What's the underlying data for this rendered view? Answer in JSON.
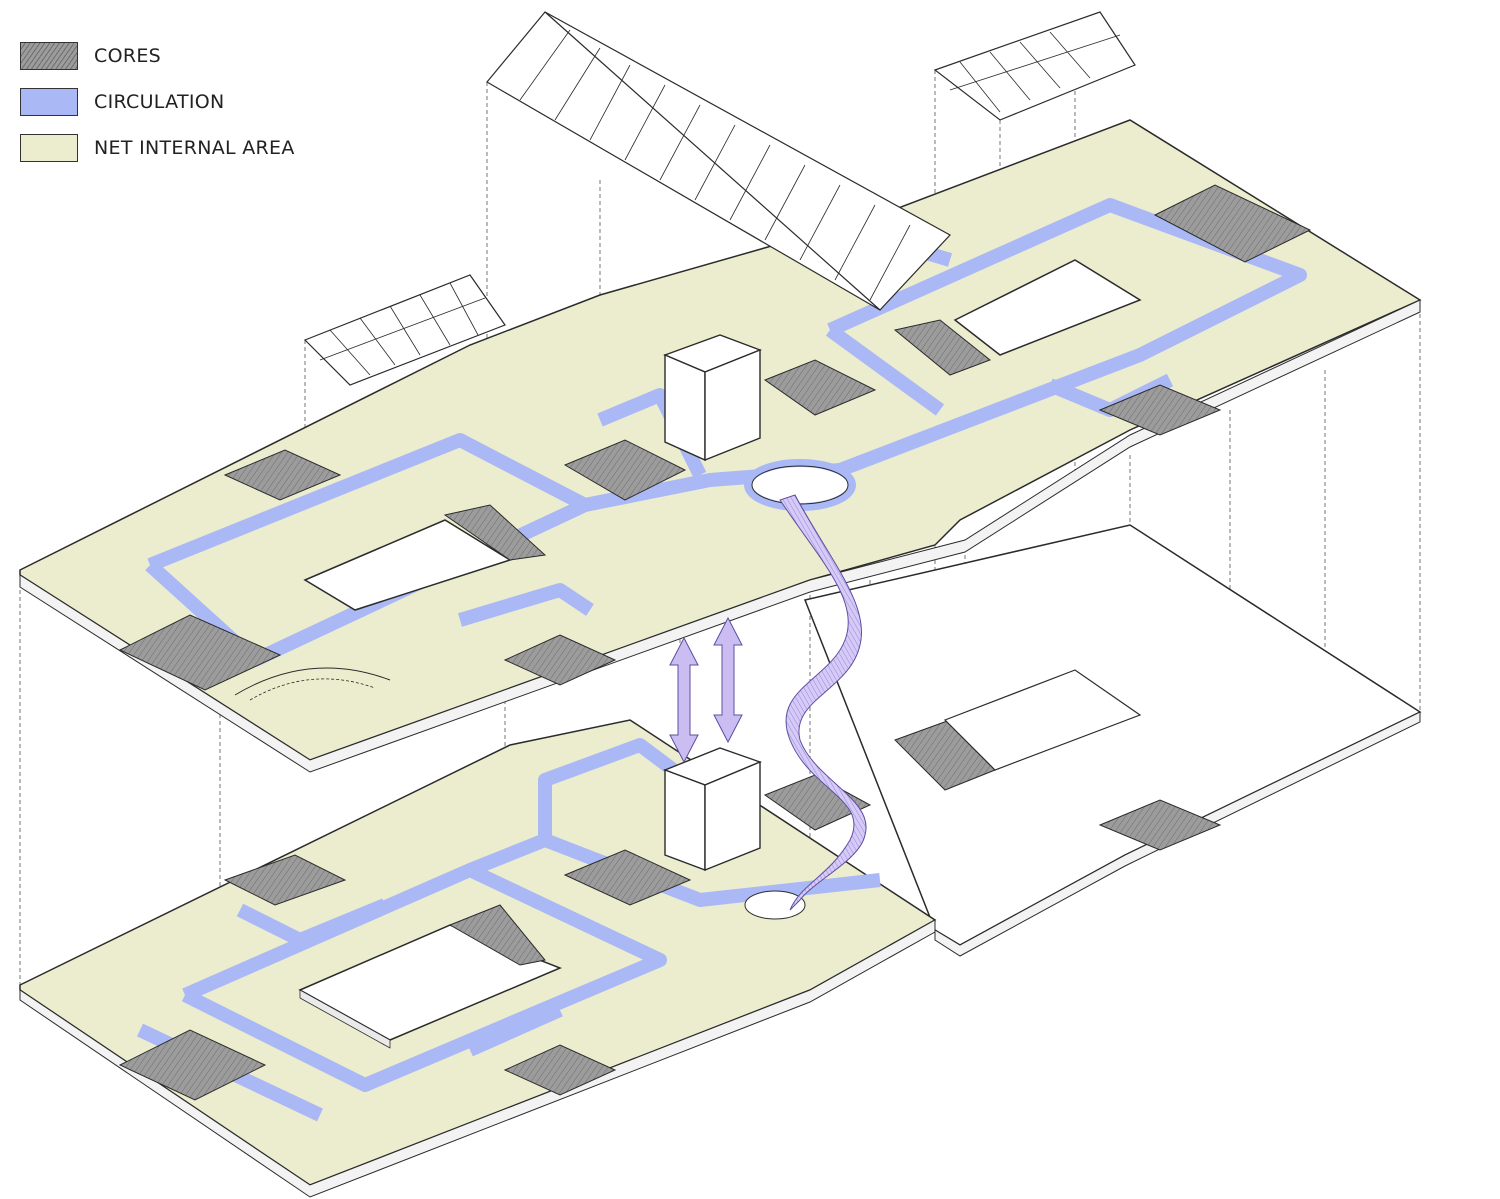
{
  "legend": {
    "items": [
      {
        "label": "CORES",
        "color": "#9c9c9c",
        "hatch": true
      },
      {
        "label": "CIRCULATION",
        "color": "#aab9f5",
        "hatch": false
      },
      {
        "label": "NET INTERNAL AREA",
        "color": "#ecedcf",
        "hatch": false
      }
    ]
  },
  "colors": {
    "net_internal_area": "#ecedcf",
    "circulation": "#aab9f5",
    "cores": "#9c9c9c",
    "ramp": "#cbbcf2",
    "outline": "#2b2b2b"
  }
}
